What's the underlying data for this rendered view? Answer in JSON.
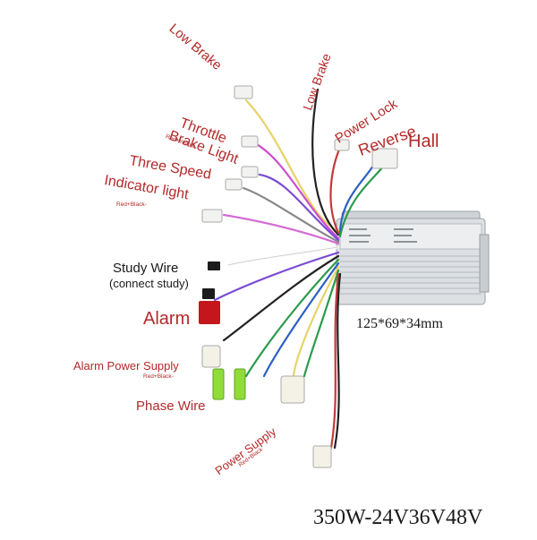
{
  "labels": {
    "low_brake_1": "Low Brake",
    "low_brake_2": "Low Brake",
    "power_lock": "Power Lock",
    "reverse": "Reverse",
    "hall": "Hall",
    "throttle": "Throttle",
    "throttle_sub": "Red+Yellow-",
    "brake_light": "Brake Light",
    "three_speed": "Three Speed",
    "indicator_light": "Indicator light",
    "indicator_sub": "Red+Black-",
    "study_wire": "Study Wire",
    "study_wire_sub": "(connect study)",
    "alarm": "Alarm",
    "alarm_power_supply": "Alarm Power Supply",
    "alarm_power_sub": "Red+Black-",
    "phase_wire": "Phase Wire",
    "power_supply": "Power Supply",
    "power_supply_sub": "Red+Black"
  },
  "dimensions": "125*69*34mm",
  "model": "350W-24V36V48V",
  "colors": {
    "label_red": "#b42a2a",
    "housing": "#d9dcdf"
  }
}
